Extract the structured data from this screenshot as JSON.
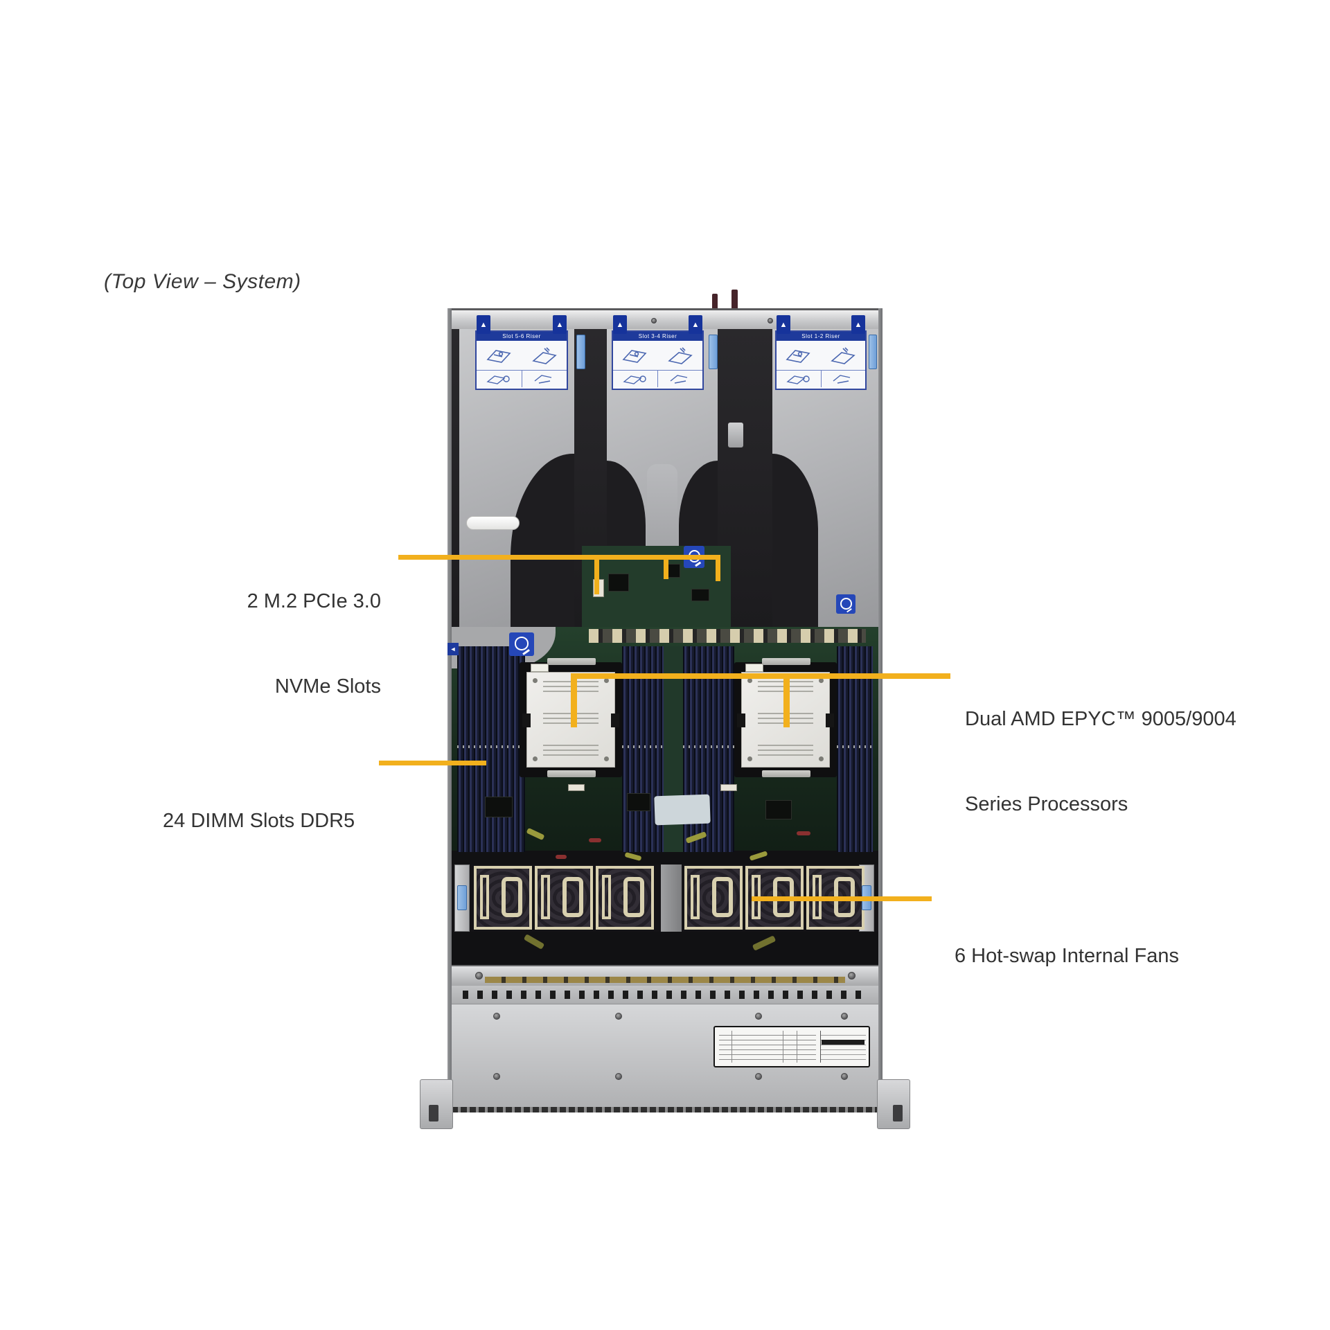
{
  "title": "(Top View – System)",
  "callouts": {
    "m2": {
      "line1": "2 M.2 PCIe 3.0",
      "line2": "NVMe Slots"
    },
    "cpu": {
      "line1": "Dual AMD EPYC™ 9005/9004",
      "line2": "Series Processors"
    },
    "dimm": {
      "text": "24 DIMM Slots DDR5"
    },
    "fans": {
      "text": "6 Hot-swap Internal Fans"
    }
  },
  "server": {
    "risers": [
      {
        "label": "Slot 5-6 Riser"
      },
      {
        "label": "Slot 3-4 Riser"
      },
      {
        "label": "Slot 1-2 Riser"
      }
    ],
    "warning_icon": "▲",
    "arrow_icon": "◄"
  },
  "colors": {
    "callout_line": "#F2B01D",
    "label_text": "#333333",
    "riser_blue": "#1e3a9b",
    "pcb_green": "#1e3426",
    "dimm_navy": "#2b3157",
    "heatsink": "#eceae6",
    "fan_frame": "#d8d0af",
    "chassis_gray": "#b5b6b9",
    "service_sticker_blue": "#2547b8"
  }
}
